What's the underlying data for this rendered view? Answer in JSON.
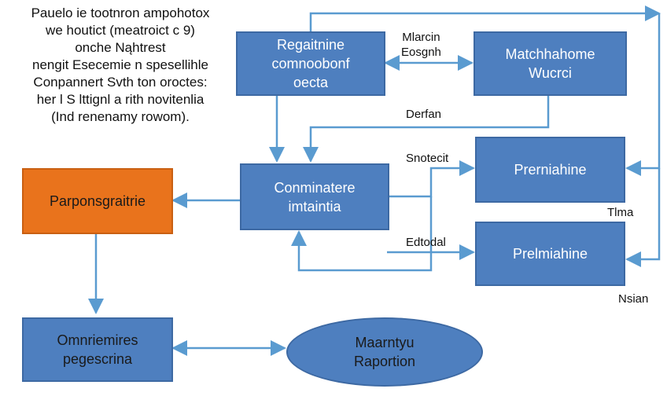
{
  "caption": {
    "lines": [
      "Pauelo ie tootnron ampohotox",
      "we houtict (meatroict c 9)",
      "onche Nąhtrest",
      "nengit Esecemie n spesellihle",
      "Conpannert Svth ton oroctes:",
      "her l S lttignl a rith novitenlia",
      "(Ind renenamy rowom)."
    ]
  },
  "nodes": {
    "top_left": {
      "lines": [
        "Regaitnine",
        "comnoobonf",
        "oecta"
      ]
    },
    "top_right": {
      "lines": [
        "Matchhahome",
        "Wucrci"
      ]
    },
    "center": {
      "lines": [
        "Conminatere",
        "imtaintia"
      ]
    },
    "right_mid": {
      "lines": [
        "Prerniahine"
      ]
    },
    "right_low": {
      "lines": [
        "Prelmiahine"
      ]
    },
    "orange": {
      "lines": [
        "Parponsgraitrie"
      ]
    },
    "bottom_left": {
      "lines": [
        "Omnriemires",
        "pegescrina"
      ]
    },
    "ellipse": {
      "lines": [
        "Maarntyu",
        "Raportion"
      ]
    }
  },
  "labels": {
    "top_arrow": [
      "Mlarcin",
      "Eosgnh"
    ],
    "deftan": "Derfan",
    "snotect": "Snotecit",
    "edtodal": "Edtodal",
    "thna": "Tlma",
    "nsian": "Nsian"
  },
  "colors": {
    "node_blue": "#4e7fbf",
    "node_orange": "#e9731c",
    "arrow": "#5a9bd0"
  }
}
